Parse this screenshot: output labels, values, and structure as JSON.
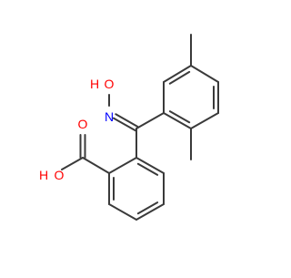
{
  "molecule": {
    "atom_labels": {
      "hydroxyl_oxygen": "O",
      "hydroxyl_hydrogen": "H",
      "imine_nitrogen": "N",
      "carbonyl_oxygen": "O",
      "acid_oxygen": "O",
      "acid_hydrogen": "H"
    },
    "colors": {
      "oxygen": "#ff0000",
      "nitrogen": "#0000ff",
      "bond": "#3a3a3a",
      "background": "#ffffff"
    }
  }
}
